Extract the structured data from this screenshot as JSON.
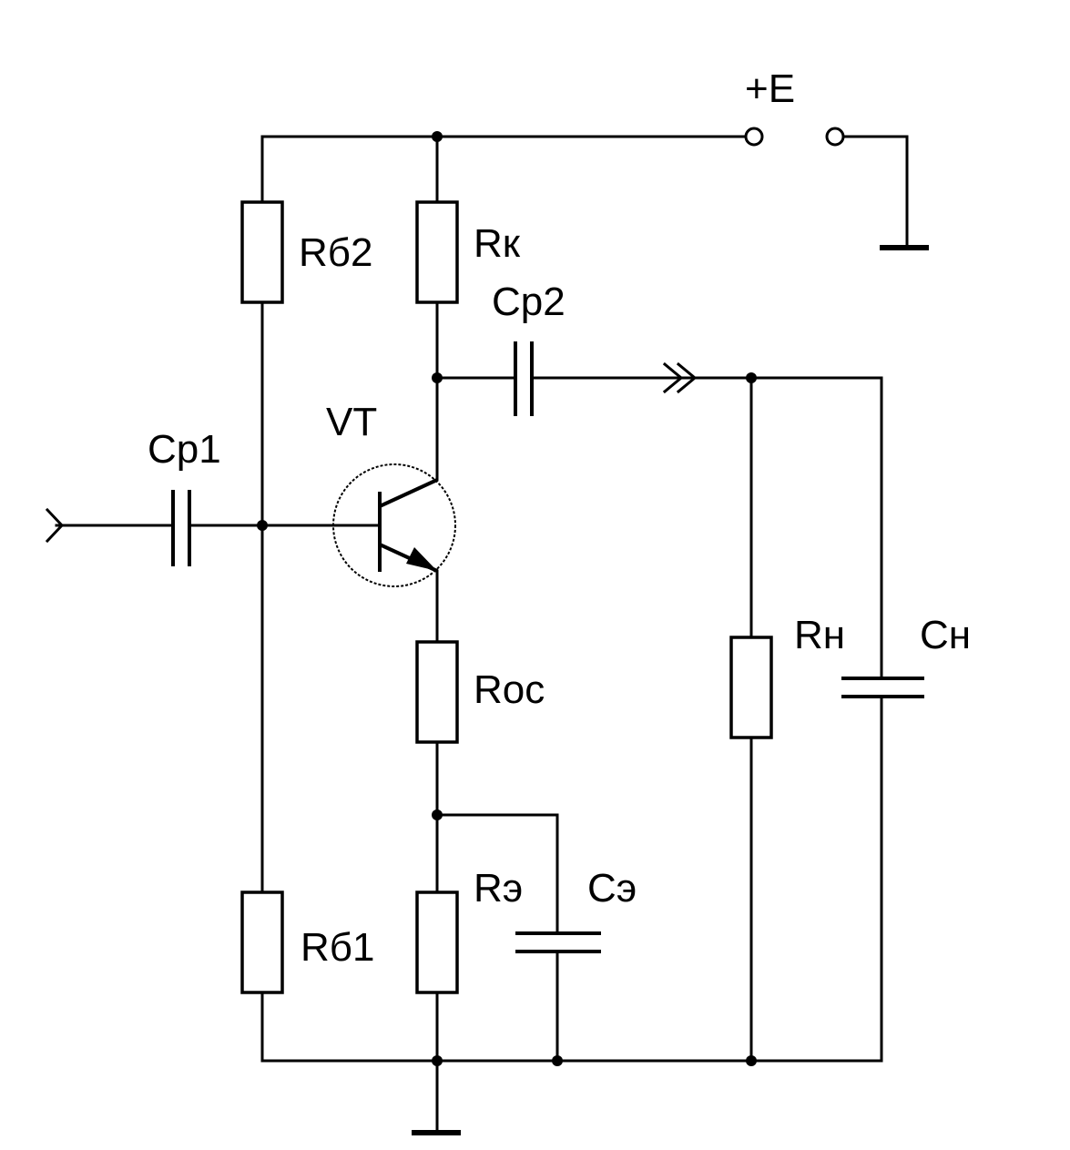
{
  "labels": {
    "supply": "+E",
    "r_b2": "Rб2",
    "r_k": "Rк",
    "c_p2": "Ср2",
    "vt": "VT",
    "c_p1": "Ср1",
    "r_oc": "Rос",
    "r_h": "Rн",
    "c_h": "Сн",
    "r_e": "Rэ",
    "c_e": "Сэ",
    "r_b1": "Rб1"
  }
}
